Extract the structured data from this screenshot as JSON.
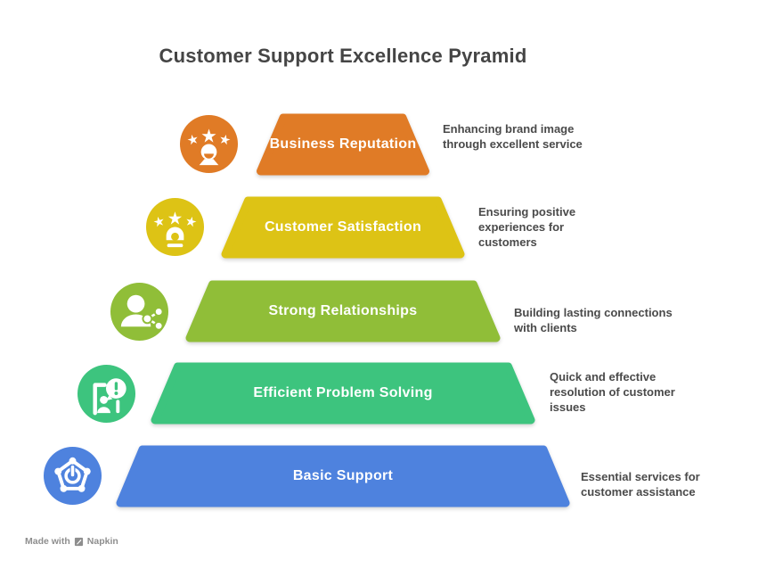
{
  "title": "Customer Support Excellence Pyramid",
  "levels": [
    {
      "label": "Business Reputation",
      "description": "Enhancing brand image through excellent service",
      "color": "#E07B26",
      "icon": "reputation-stars-icon"
    },
    {
      "label": "Customer Satisfaction",
      "description": "Ensuring positive experiences for customers",
      "color": "#DDC315",
      "icon": "satisfaction-stars-icon"
    },
    {
      "label": "Strong Relationships",
      "description": "Building lasting connections with clients",
      "color": "#90BE38",
      "icon": "people-network-icon"
    },
    {
      "label": "Efficient Problem Solving",
      "description": "Quick and effective resolution of customer issues",
      "color": "#3DC47E",
      "icon": "problem-alert-icon"
    },
    {
      "label": "Basic Support",
      "description": "Essential services for customer assistance",
      "color": "#4E82DE",
      "icon": "support-badge-icon"
    }
  ],
  "watermark": {
    "prefix": "Made with",
    "brand": "Napkin"
  }
}
